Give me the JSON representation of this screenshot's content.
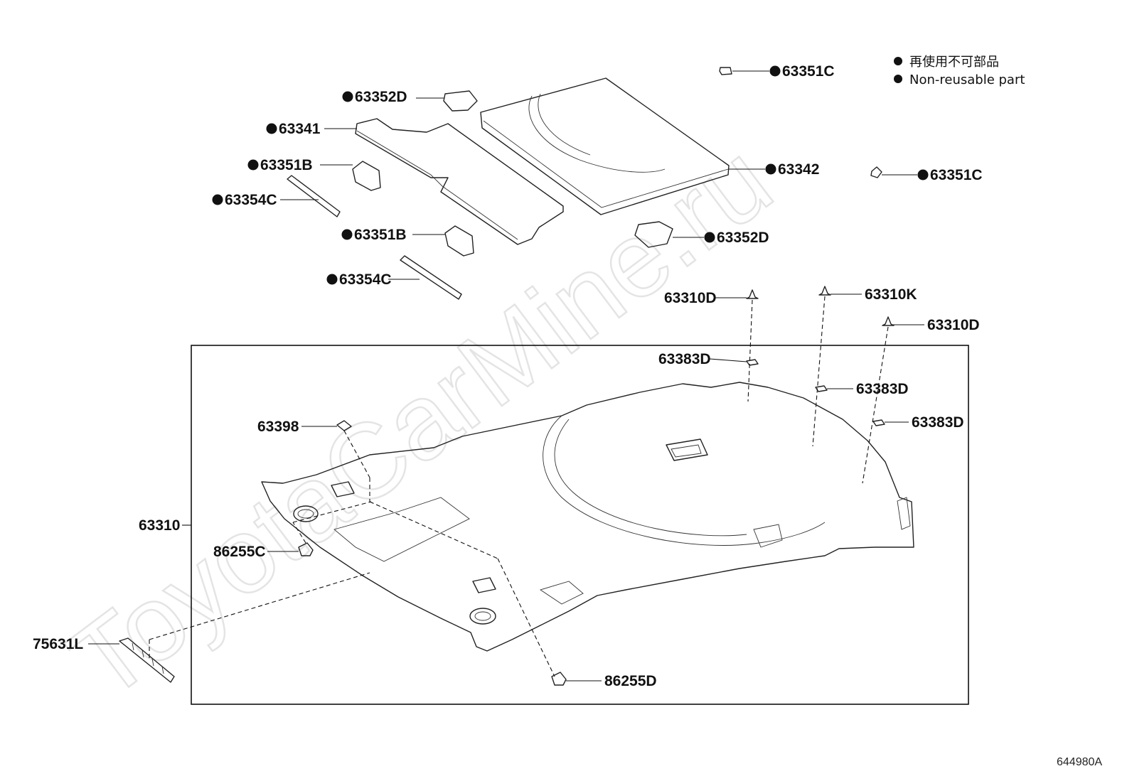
{
  "watermark": "ToyotaCarMine.ru",
  "legend": {
    "line1": "再使用不可部品",
    "line2": "Non-reusable part"
  },
  "figure_number": "644980A",
  "labels": {
    "p63352D_a": "63352D",
    "p63341": "63341",
    "p63351B_a": "63351B",
    "p63354C_a": "63354C",
    "p63351B_b": "63351B",
    "p63354C_b": "63354C",
    "p63351C_a": "63351C",
    "p63342": "63342",
    "p63351C_b": "63351C",
    "p63352D_b": "63352D",
    "p63310D_a": "63310D",
    "p63310K": "63310K",
    "p63310D_b": "63310D",
    "p63383D_a": "63383D",
    "p63383D_b": "63383D",
    "p63383D_c": "63383D",
    "p63398": "63398",
    "p63310": "63310",
    "p86255C": "86255C",
    "p75631L": "75631L",
    "p86255D": "86255D"
  },
  "colors": {
    "line": "#111111",
    "watermark": "#e4e4e4"
  }
}
